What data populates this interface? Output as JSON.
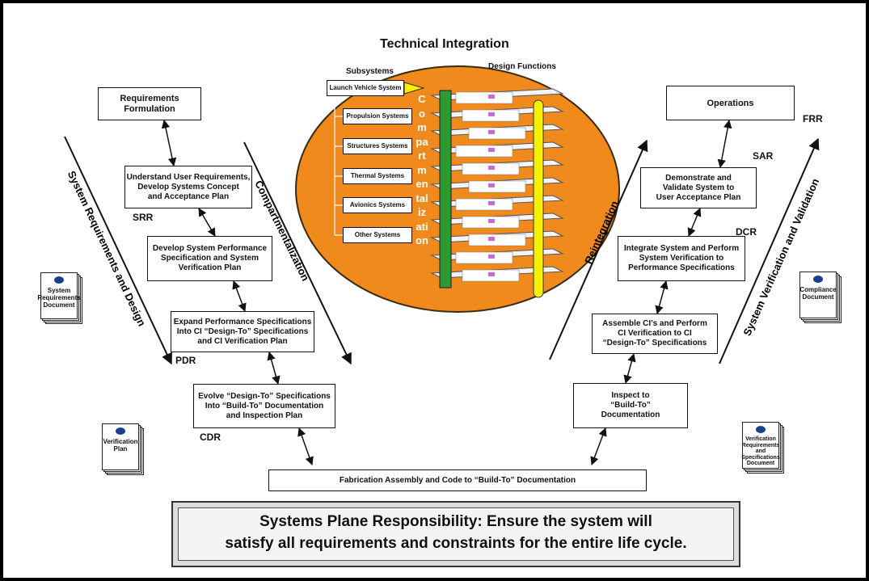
{
  "title": "Technical Integration",
  "integration": {
    "subsystems_header": "Subsystems",
    "design_functions_header": "Design Functions",
    "vertical_label": "Compartmentalization",
    "subsystems": [
      "Launch Vehicle System",
      "Propulsion Systems",
      "Structures Systems",
      "Thermal Systems",
      "Avionics Systems",
      "Other Systems"
    ]
  },
  "left_branch": {
    "boxes": [
      "Requirements\nFormulation",
      "Understand User Requirements,\nDevelop Systems Concept\nand Acceptance Plan",
      "Develop System Performance\nSpecification and System\nVerification Plan",
      "Expand Performance Specifications\nInto CI “Design-To” Specifications\nand CI Verification Plan",
      "Evolve “Design-To” Specifications\nInto “Build-To” Documentation\nand Inspection Plan"
    ],
    "milestones": [
      "SRR",
      "PDR",
      "CDR"
    ],
    "outer_arrow_label": "System Requirements and Design",
    "inner_arrow_label": "Compartmentalization"
  },
  "bottom_box": "Fabrication Assembly and Code to “Build-To” Documentation",
  "right_branch": {
    "boxes": [
      "Operations",
      "Demonstrate and\nValidate System to\nUser Acceptance Plan",
      "Integrate System and Perform\nSystem Verification to\nPerformance Specifications",
      "Assemble CI’s and Perform\nCI Verification to CI\n“Design-To” Specifications",
      "Inspect to\n“Build-To”\nDocumentation"
    ],
    "milestones": [
      "FRR",
      "SAR",
      "DCR"
    ],
    "inner_arrow_label": "Reintegration",
    "outer_arrow_label": "System Verification and Validation"
  },
  "documents": {
    "system_requirements": "System\nRequirements\nDocument",
    "verification_plan": "Verification\nPlan",
    "compliance": "Compliance\nDocument",
    "verification_requirements": "Verification\nRequirements\nand\nSpecifications\nDocument"
  },
  "banner": "Systems Plane Responsibility: Ensure the system will\nsatisfy all requirements and constraints for the entire life cycle.",
  "colors": {
    "ellipse": "#f08a1c",
    "ellipse_border": "#3a2a10",
    "green_bar": "#2f9a2f",
    "yellow_bar": "#f5f000",
    "logo": "#1b3f8f"
  }
}
